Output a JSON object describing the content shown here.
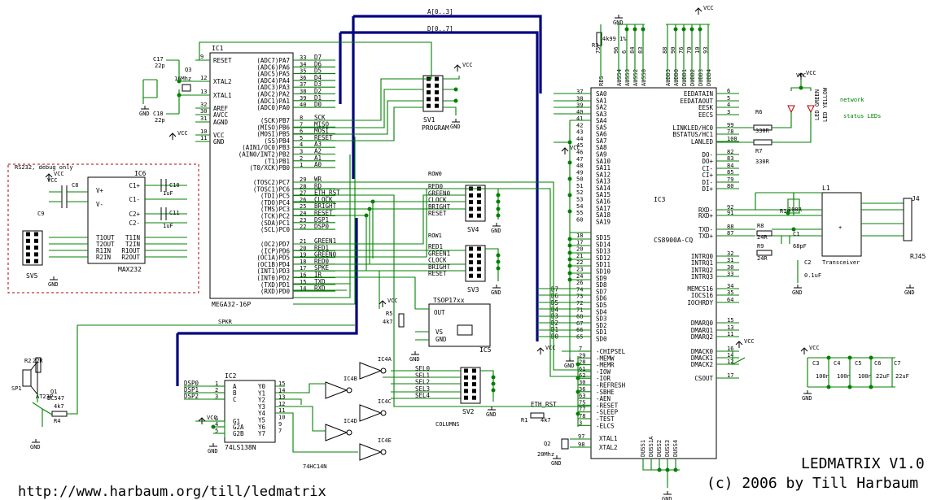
{
  "title": "LEDMATRIX V1.0",
  "copyright": "(c) 2006 by Till Harbaum",
  "url": "http://www.harbaum.org/till/ledmatrix",
  "buses": {
    "addr": "A[0..3]",
    "data": "D[0..7]"
  },
  "components": {
    "ic1": {
      "name": "IC1",
      "part": "MEGA32-16P"
    },
    "ic2": {
      "name": "IC2",
      "part": "74LS138N"
    },
    "ic3": {
      "name": "IC3",
      "part": "CS8900A-CQ"
    },
    "ic4": {
      "name": "74HC14N",
      "gates": [
        "IC4A",
        "IC4B",
        "IC4C",
        "IC4D",
        "IC4E"
      ]
    },
    "ic5": {
      "name": "IC5",
      "part": "TSOP17xx"
    },
    "ic6": {
      "name": "IC6",
      "part": "MAX232"
    },
    "l1": {
      "name": "L1",
      "part": "Transceiver"
    },
    "j4": "J4",
    "rj45": "RJ45",
    "sv1": {
      "name": "SV1",
      "label": "PROGRAM"
    },
    "sv2": {
      "name": "SV2",
      "label": "COLUMNS"
    },
    "sv3": {
      "name": "SV3",
      "label": "ROW1"
    },
    "sv4": {
      "name": "SV4",
      "label": "ROW0"
    },
    "sv5": "SV5",
    "rs232_box": "RS232, debug only",
    "q1": {
      "name": "Q1",
      "part": "BC547"
    },
    "q2": {
      "name": "Q2",
      "part": "20Mhz"
    },
    "q3": {
      "name": "Q3",
      "part": "16Mhz"
    },
    "sp1": {
      "name": "SP1",
      "part": "AT23P"
    },
    "led_green": "LED GREEN",
    "led_yellow": "LED YELLOW",
    "network": "network",
    "status": "status LEDs"
  },
  "ic1_left": [
    "RESET",
    "XTAL2",
    "XTAL1",
    "AREF",
    "AVCC",
    "AGND",
    "VCC",
    "GND"
  ],
  "ic1_left_pins": [
    "9",
    "12",
    "13",
    "32",
    "30",
    "31",
    "10",
    "11"
  ],
  "ic1_pa": [
    "(ADC7)PA7",
    "(ADC6)PA6",
    "(ADC5)PA5",
    "(ADC4)PA4",
    "(ADC3)PA3",
    "(ADC2)PA2",
    "(ADC1)PA1",
    "(ADC0)PA0"
  ],
  "ic1_pa_pins": [
    "33",
    "34",
    "35",
    "36",
    "37",
    "38",
    "39",
    "40"
  ],
  "ic1_pa_nets": [
    "D7",
    "D6",
    "D5",
    "D4",
    "D3",
    "D2",
    "D1",
    "D0"
  ],
  "ic1_pb": [
    "(SCK)PB7",
    "(MISO)PB6",
    "(MOSI)PB5",
    "(SS)PB4",
    "(AIN1/OC0)PB3",
    "(AIN0/INT2)PB2",
    "(T1)PB1",
    "(T0/XCK)PB0"
  ],
  "ic1_pb_pins": [
    "8",
    "7",
    "6",
    "5",
    "4",
    "3",
    "2",
    "1"
  ],
  "ic1_pb_nets": [
    "SCK",
    "MISO",
    "MOSI",
    "RESET",
    "A3",
    "A2",
    "A1",
    "A0"
  ],
  "ic1_pc": [
    "(TOSC2)PC7",
    "(TOSC1)PC6",
    "(TDI)PC5",
    "(TDO)PC4",
    "(TMS)PC3",
    "(TCK)PC2",
    "(SDA)PC1",
    "(SCL)PC0"
  ],
  "ic1_pc_pins": [
    "29",
    "28",
    "27",
    "26",
    "25",
    "24",
    "23",
    "22"
  ],
  "ic1_pc_nets": [
    "WR",
    "RD",
    "ETH_RST",
    "CLOCK",
    "BRIGHT",
    "RESET",
    "DSP1",
    "DSP0"
  ],
  "ic1_pd": [
    "(OC2)PD7",
    "(ICP)PD6",
    "(OC1A)PD5",
    "(OC1B)PD4",
    "(INT1)PD3",
    "(INT0)PD2",
    "(TXD)PD1",
    "(RXD)PD0"
  ],
  "ic1_pd_pins": [
    "21",
    "20",
    "19",
    "18",
    "17",
    "16",
    "15",
    "14"
  ],
  "ic1_pd_nets": [
    "GREEN1",
    "RED1",
    "GREEN0",
    "RED0",
    "SPKE",
    "IR",
    "TXD",
    "RXD"
  ],
  "ic3_top": [
    "RES",
    "AUS54",
    "AUS53",
    "AUS52",
    "AUS50",
    "AUDD3",
    "AUDD0",
    "DUDD1",
    "DUDD2",
    "DUDD3",
    "DUDD4"
  ],
  "ic3_top_pins": [
    "75",
    "96",
    "6",
    "84",
    "83",
    "88",
    "90",
    "76",
    "70",
    "10",
    "93"
  ],
  "ic3_sa": [
    "SA0",
    "SA1",
    "SA2",
    "SA3",
    "SA4",
    "SA5",
    "SA6",
    "SA7",
    "SA8",
    "SA9",
    "SA10",
    "SA11",
    "SA12",
    "SA13",
    "SA14",
    "SA15",
    "SA16",
    "SA17",
    "SA18",
    "SA19"
  ],
  "ic3_sa_pins": [
    "37",
    "38",
    "39",
    "40",
    "41",
    "42",
    "43",
    "44",
    "45",
    "46",
    "47",
    "48",
    "49",
    "50",
    "51",
    "52",
    "53",
    "54",
    "55",
    "60"
  ],
  "ic3_sd": [
    "SD15",
    "SD14",
    "SD13",
    "SD12",
    "SD11",
    "SD10",
    "SD9",
    "SD8",
    "SD7",
    "SD6",
    "SD5",
    "SD4",
    "SD3",
    "SD2",
    "SD1",
    "SD0"
  ],
  "ic3_sd_pins": [
    "18",
    "17",
    "20",
    "21",
    "22",
    "23",
    "24",
    "26",
    "74",
    "73",
    "72",
    "71",
    "68",
    "67",
    "66",
    "65"
  ],
  "ic3_sd_nets": [
    "",
    "",
    "",
    "",
    "",
    "",
    "",
    "",
    "D7",
    "D6",
    "D5",
    "D4",
    "D3",
    "D2",
    "D1",
    "D0"
  ],
  "ic3_ctrl": [
    "CHIPSEL",
    "MEMW",
    "MEMR",
    "IOW",
    "IOR",
    "REFRESH",
    "SBHE",
    "AEN",
    "RESET",
    "SLEEP",
    "TEST",
    "ELCS"
  ],
  "ic3_ctrl_pins": [
    "7",
    "29",
    "28",
    "61",
    "62",
    "30",
    "36",
    "63",
    "75",
    "77",
    "78",
    "3"
  ],
  "ic3_right": [
    "EEDATAIN",
    "EEDATAOUT",
    "EESK",
    "EECS",
    "LINKLED/HC0",
    "BSTATUS/HC1",
    "LANLED",
    "DO-",
    "DO+",
    "CI-",
    "CI+",
    "DI-",
    "DI+",
    "RXD-",
    "RXD+",
    "TXD-",
    "TXD+",
    "INTRQ0",
    "INTRQ1",
    "INTRQ2",
    "INTRQ3",
    "MEMCS16",
    "IOCS16",
    "IOCHRDY",
    "DMARQ0",
    "DMARQ1",
    "DMARQ2",
    "DMACK0",
    "DMACK1",
    "DMACK2",
    "CSOUT"
  ],
  "ic3_right_pins": [
    "6",
    "5",
    "4",
    "3",
    "99",
    "78",
    "100",
    "82",
    "83",
    "84",
    "85",
    "79",
    "80",
    "92",
    "91",
    "88",
    "87",
    "32",
    "31",
    "30",
    "33",
    "34",
    "35",
    "64",
    "15",
    "13",
    "11",
    "16",
    "14",
    "12",
    "17"
  ],
  "ic3_bottom": [
    "XTAL1",
    "XTAL2",
    "DUSS1",
    "DUSS1A",
    "DUSS2",
    "DUSS3",
    "DUSS4"
  ],
  "ic3_bottom_pins": [
    "97",
    "98"
  ],
  "ic2_in": [
    "A",
    "B",
    "C",
    "G1",
    "G2A",
    "G2B"
  ],
  "ic2_in_pins": [
    "1",
    "2",
    "3",
    "6",
    "4",
    "5"
  ],
  "ic2_out": [
    "Y0",
    "Y1",
    "Y2",
    "Y3",
    "Y4",
    "Y5",
    "Y6",
    "Y7"
  ],
  "ic2_out_pins": [
    "15",
    "14",
    "13",
    "12",
    "11",
    "10",
    "9",
    "7"
  ],
  "ic2_nets": [
    "DSP0",
    "DSP1",
    "DSP2"
  ],
  "ic6_pins_left": [
    "T1OUT",
    "T2OUT",
    "R1IN",
    "R2IN"
  ],
  "ic6_pins_right": [
    "C1+",
    "C1-",
    "C2+",
    "C2-",
    "T1IN",
    "T2IN",
    "R1OUT",
    "R2OUT"
  ],
  "ic6_power": [
    "V+",
    "V-"
  ],
  "row_nets": [
    "RED0",
    "GREEN0",
    "CLOCK",
    "BRIGHT",
    "RESET"
  ],
  "row1_nets": [
    "RED1",
    "GREEN1",
    "CLOCK",
    "BRIGHT",
    "RESET"
  ],
  "sel_nets": [
    "SEL0",
    "SEL1",
    "SEL2",
    "SEL3",
    "SEL4"
  ],
  "passives": {
    "r1": "R1",
    "r1v": "4k7",
    "r2": "R2",
    "r2v": "22R",
    "r3": "R3",
    "r3v": "4k99 1%",
    "r4": "R4",
    "r4v": "4k7",
    "r5": "R5",
    "r5v": "4k7",
    "r6": "R6",
    "r6v": "330R",
    "r7": "R7",
    "r7v": "330R",
    "r8": "R8",
    "r8v": "24R",
    "r9": "R9",
    "r9v": "24R",
    "r10": "R10",
    "r10v": "100R",
    "c1": "C1",
    "c1v": "68pF",
    "c2": "C2",
    "c2v": "0.1uF",
    "c3": "C3",
    "c4": "C4",
    "c5": "C5",
    "c6": "C6",
    "c7": "C7",
    "c100n": "100n",
    "c22u": "22uF",
    "c8": "C8",
    "c9": "C9",
    "c10": "C10",
    "c11": "C11",
    "c1uf": "1uF",
    "c17": "C17",
    "c17v": "22p",
    "c18": "C18",
    "c18v": "22p"
  },
  "power": {
    "vcc": "VCC",
    "gnd": "GND"
  },
  "misc": {
    "spkr": "SPKR",
    "eth_rst": "ETH_RST",
    "out": "OUT",
    "vs": "VS",
    "gnd_pin": "GND"
  }
}
